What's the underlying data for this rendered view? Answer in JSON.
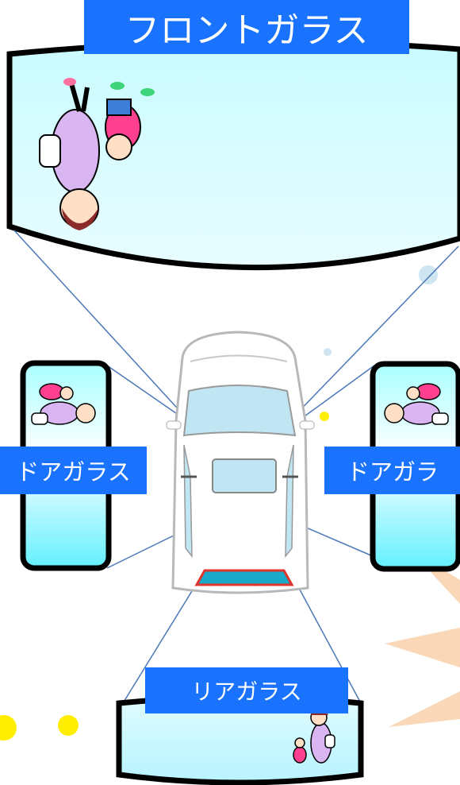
{
  "labels": {
    "front_glass": "フロントガラス",
    "door_glass_left": "ドアガラス",
    "door_glass_right": "ドアガラ",
    "rear_glass": "リアガラス"
  },
  "colors": {
    "label_bg": "#1a73ff",
    "label_text": "#ffffff",
    "glass_top": "#cffbff",
    "glass_bottom": "#a8f0ff",
    "door_glass_gradient": [
      "#b8ffff",
      "#ffffff",
      "#6ff2ff"
    ],
    "car_window": "#bfe6f2",
    "rear_window": "#1aa9c9",
    "rear_window_border": "#e0342c",
    "lines": "#4a78b8",
    "dots": "#ffee00",
    "burst": "#f9d7b7"
  }
}
